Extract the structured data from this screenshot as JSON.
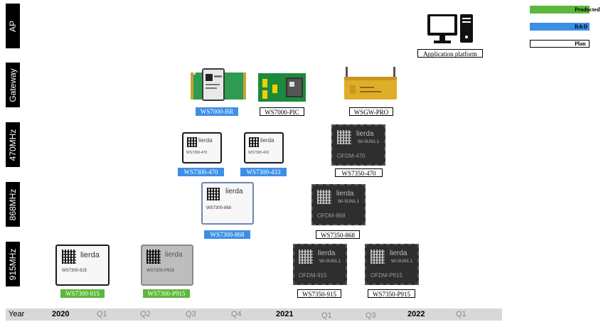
{
  "rows": {
    "ap": "AP",
    "gateway": "Gateway",
    "mhz470": "470MHz",
    "mhz868": "868MHz",
    "mhz915": "915MHz"
  },
  "legend": {
    "produced": {
      "label": "Producted",
      "color": "#5cb83a"
    },
    "rd": {
      "label": "R&D",
      "color": "#3d8fe6"
    },
    "plan": {
      "label": "Plan",
      "color": "#ffffff"
    }
  },
  "ap": {
    "label": "Application platform",
    "icon": "computer-icon"
  },
  "products": {
    "ws7000_br": "WS7000-BR",
    "ws7000_pic": "WS7000-PIC",
    "wsgw_pro": "WSGW-PRO",
    "ws7300_470": "WS7300-470",
    "ws7300_433": "WS7300-433",
    "ws7350_470": "WS7350-470",
    "ws7300_868": "WS7300-868",
    "ws7350_868": "WS7350-868",
    "ws7300_915": "WS7300-915",
    "ws7300_p915": "WS7300-P915",
    "ws7350_915": "WS7350-915",
    "ws7350_p915": "WS7350-P915"
  },
  "chips": {
    "brand": "lierda",
    "ofdm_470": "OFDM-470",
    "ofdm_868": "OFDM-868",
    "ofdm_915": "OFDM-915",
    "ofdm_p915": "OFDM-P915",
    "wisun": "Wi-SUN1.1",
    "ws7300_470": "WS7300-470",
    "ws7300_433": "WS7300-433",
    "ws7300_868": "WS7300-868",
    "ws7300_915": "WS7300-915",
    "ws7300_p915": "WS7300-P915"
  },
  "timeline": {
    "year_label": "Year",
    "ticks": [
      "2020",
      "Q1",
      "Q2",
      "Q3",
      "Q4",
      "2021",
      "Q1",
      "Q3",
      "2022",
      "Q1"
    ]
  }
}
